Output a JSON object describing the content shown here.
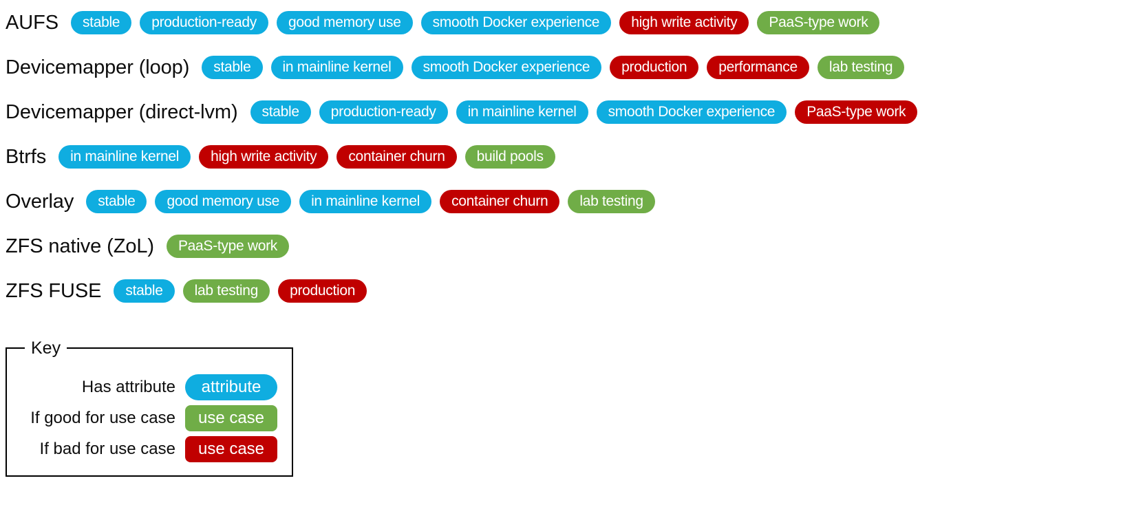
{
  "colors": {
    "attribute": "#0FADE0",
    "good_use_case": "#70AD47",
    "bad_use_case": "#C00000",
    "label_text": "#0D0D0D",
    "badge_text": "#FFFFFF",
    "background": "#FFFFFF",
    "key_border": "#000000"
  },
  "matrix": {
    "rows": [
      {
        "label": "AUFS",
        "badges": [
          {
            "text": "stable",
            "kind": "attr"
          },
          {
            "text": "production-ready",
            "kind": "attr"
          },
          {
            "text": "good memory use",
            "kind": "attr"
          },
          {
            "text": "smooth Docker experience",
            "kind": "attr"
          },
          {
            "text": "high write activity",
            "kind": "bad"
          },
          {
            "text": "PaaS-type work",
            "kind": "good"
          }
        ]
      },
      {
        "label": "Devicemapper (loop)",
        "badges": [
          {
            "text": "stable",
            "kind": "attr"
          },
          {
            "text": "in mainline kernel",
            "kind": "attr"
          },
          {
            "text": "smooth Docker experience",
            "kind": "attr"
          },
          {
            "text": "production",
            "kind": "bad"
          },
          {
            "text": "performance",
            "kind": "bad"
          },
          {
            "text": "lab testing",
            "kind": "good"
          }
        ]
      },
      {
        "label": "Devicemapper (direct-lvm)",
        "badges": [
          {
            "text": "stable",
            "kind": "attr"
          },
          {
            "text": "production-ready",
            "kind": "attr"
          },
          {
            "text": "in mainline kernel",
            "kind": "attr"
          },
          {
            "text": "smooth Docker experience",
            "kind": "attr"
          },
          {
            "text": "PaaS-type work",
            "kind": "bad"
          }
        ]
      },
      {
        "label": "Btrfs",
        "badges": [
          {
            "text": "in mainline kernel",
            "kind": "attr"
          },
          {
            "text": "high write activity",
            "kind": "bad"
          },
          {
            "text": "container churn",
            "kind": "bad"
          },
          {
            "text": "build pools",
            "kind": "good"
          }
        ]
      },
      {
        "label": "Overlay",
        "badges": [
          {
            "text": "stable",
            "kind": "attr"
          },
          {
            "text": "good memory use",
            "kind": "attr"
          },
          {
            "text": "in mainline kernel",
            "kind": "attr"
          },
          {
            "text": "container churn",
            "kind": "bad"
          },
          {
            "text": "lab testing",
            "kind": "good"
          }
        ]
      },
      {
        "label": "ZFS native (ZoL)",
        "badges": [
          {
            "text": "PaaS-type work",
            "kind": "good"
          }
        ]
      },
      {
        "label": "ZFS FUSE",
        "badges": [
          {
            "text": "stable",
            "kind": "attr"
          },
          {
            "text": "lab testing",
            "kind": "good"
          },
          {
            "text": "production",
            "kind": "bad"
          }
        ]
      }
    ]
  },
  "key": {
    "title": "Key",
    "rows": [
      {
        "description": "Has attribute",
        "sample": "attribute",
        "kind": "attr"
      },
      {
        "description": "If good for use case",
        "sample": "use case",
        "kind": "good"
      },
      {
        "description": "If bad for use case",
        "sample": "use case",
        "kind": "bad"
      }
    ]
  }
}
